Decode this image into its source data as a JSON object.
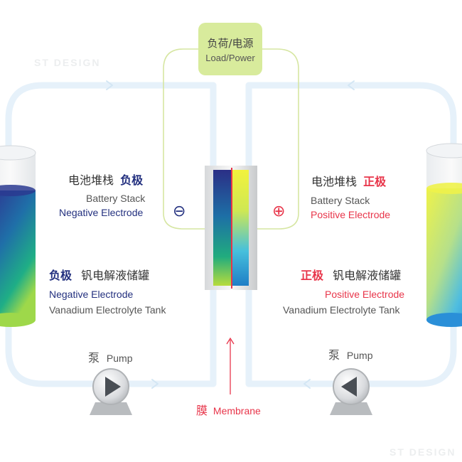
{
  "load": {
    "cn": "负荷/电源",
    "en": "Load/Power"
  },
  "left_stack": {
    "cn_prefix": "电池堆栈",
    "cn_role": "负极",
    "en_name": "Battery Stack",
    "en_role": "Negative Electrode",
    "symbol": "⊖"
  },
  "right_stack": {
    "cn_prefix": "电池堆栈",
    "cn_role": "正极",
    "en_name": "Battery Stack",
    "en_role": "Positive Electrode",
    "symbol": "⊕"
  },
  "left_tank": {
    "cn_role": "负极",
    "cn_name": "钒电解液储罐",
    "en_role": "Negative Electrode",
    "en_name": "Vanadium Electrolyte Tank"
  },
  "right_tank": {
    "cn_role": "正极",
    "cn_name": "钒电解液储罐",
    "en_role": "Positive Electrode",
    "en_name": "Vanadium Electrolyte Tank"
  },
  "pump_left": {
    "cn": "泵",
    "en": "Pump"
  },
  "pump_right": {
    "cn": "泵",
    "en": "Pump"
  },
  "membrane": {
    "cn": "膜",
    "en": "Membrane"
  },
  "watermark": {
    "brand": "ST DESIGN"
  },
  "colors": {
    "negative": "#23307f",
    "positive": "#e8354a",
    "membrane": "#e8354a",
    "load_box": "#d8eb9c",
    "pipe": "#e6f1fa"
  }
}
